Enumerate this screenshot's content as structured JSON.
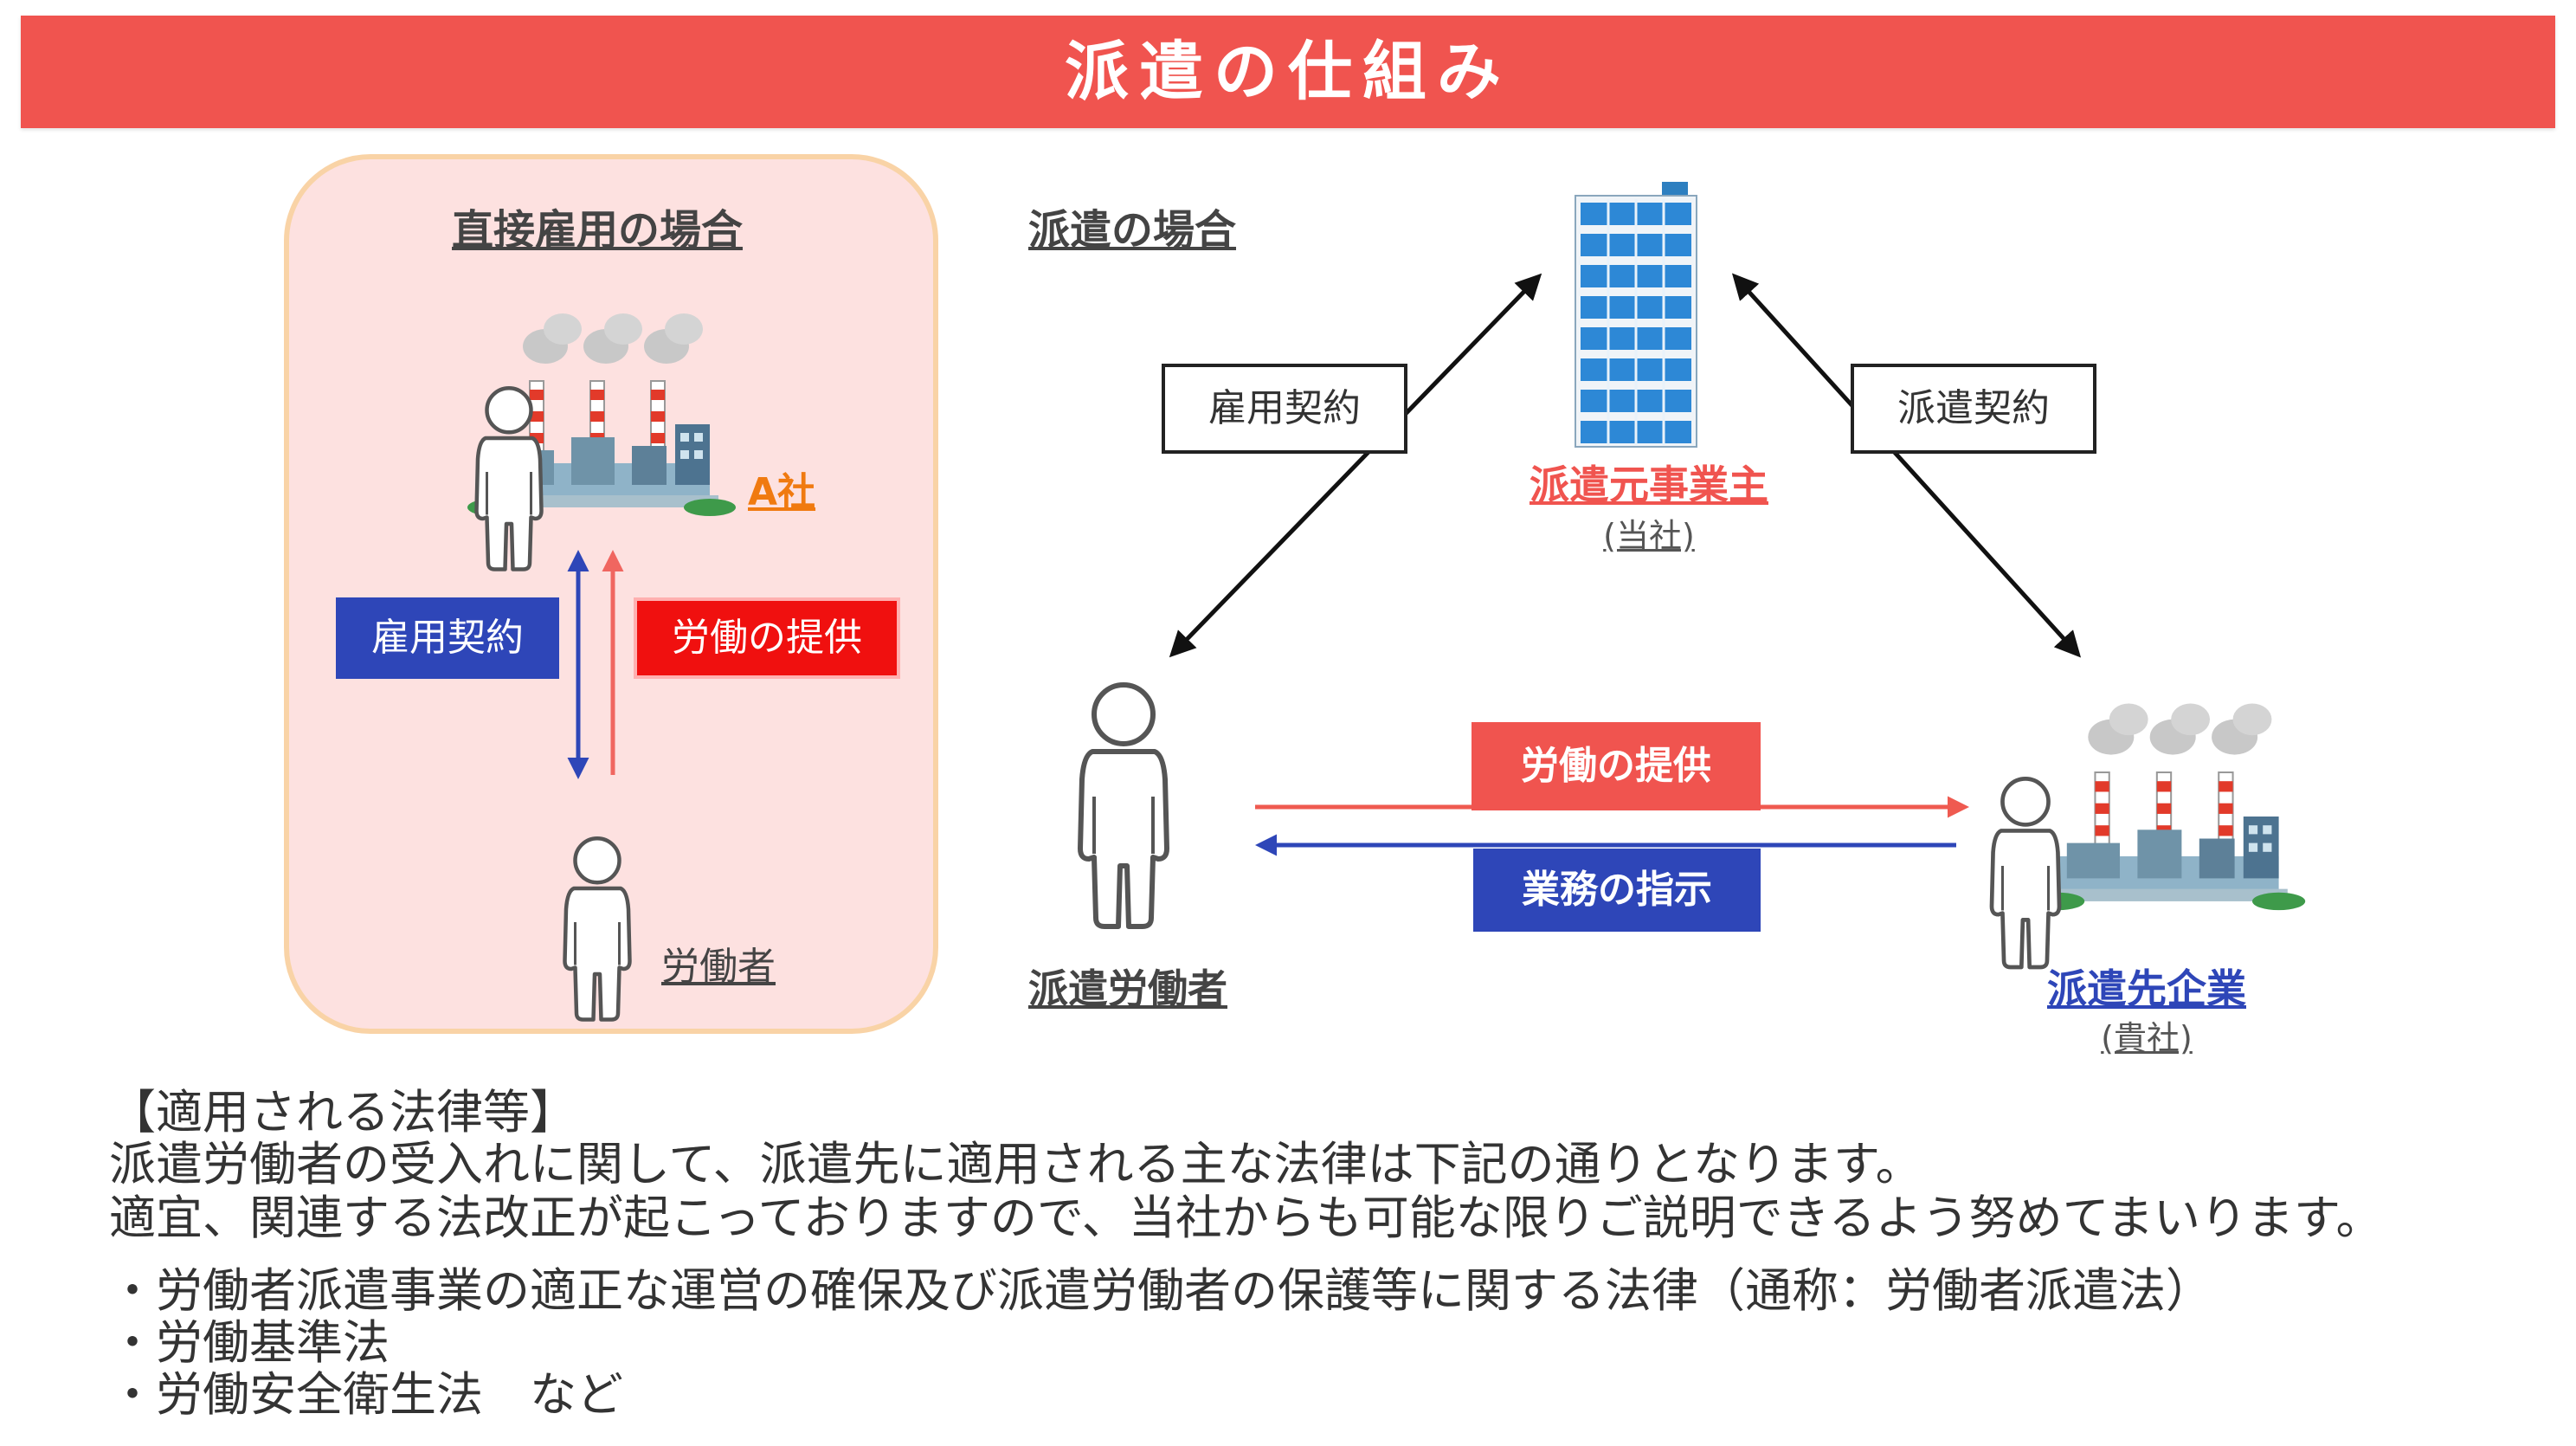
{
  "title": "派遣の仕組み",
  "direct": {
    "heading": "直接雇用の場合",
    "company_label": "A社",
    "contract_label": "雇用契約",
    "labor_label": "労働の提供",
    "worker_label": "労働者"
  },
  "dispatch": {
    "heading": "派遣の場合",
    "employment_contract_label": "雇用契約",
    "dispatch_contract_label": "派遣契約",
    "agency_name": "派遣元事業主",
    "agency_note": "(当社)",
    "worker_name": "派遣労働者",
    "client_name": "派遣先企業",
    "client_note": "(貴社)",
    "labor_label": "労働の提供",
    "instruction_label": "業務の指示"
  },
  "laws": {
    "heading": "【適用される法律等】",
    "intro_line1": "派遣労働者の受入れに関して、派遣先に適用される主な法律は下記の通りとなります。",
    "intro_line2": "適宜、関連する法改正が起こっておりますので、当社からも可能な限りご説明できるよう努めてまいります。",
    "items": [
      "・労働者派遣事業の適正な運営の確保及び派遣労働者の保護等に関する法律（通称：労働者派遣法）",
      "・労働基準法",
      "・労働安全衛生法　など"
    ]
  },
  "colors": {
    "title_bar": "#f0544f",
    "direct_box_fill": "#fde1e0",
    "direct_box_border": "#f9d3a6",
    "blue": "#2e46b8",
    "red": "#f0100f",
    "coral": "#f0544f",
    "orange": "#f07a10"
  },
  "icons": [
    "factory-icon",
    "person-icon",
    "office-building-icon"
  ]
}
